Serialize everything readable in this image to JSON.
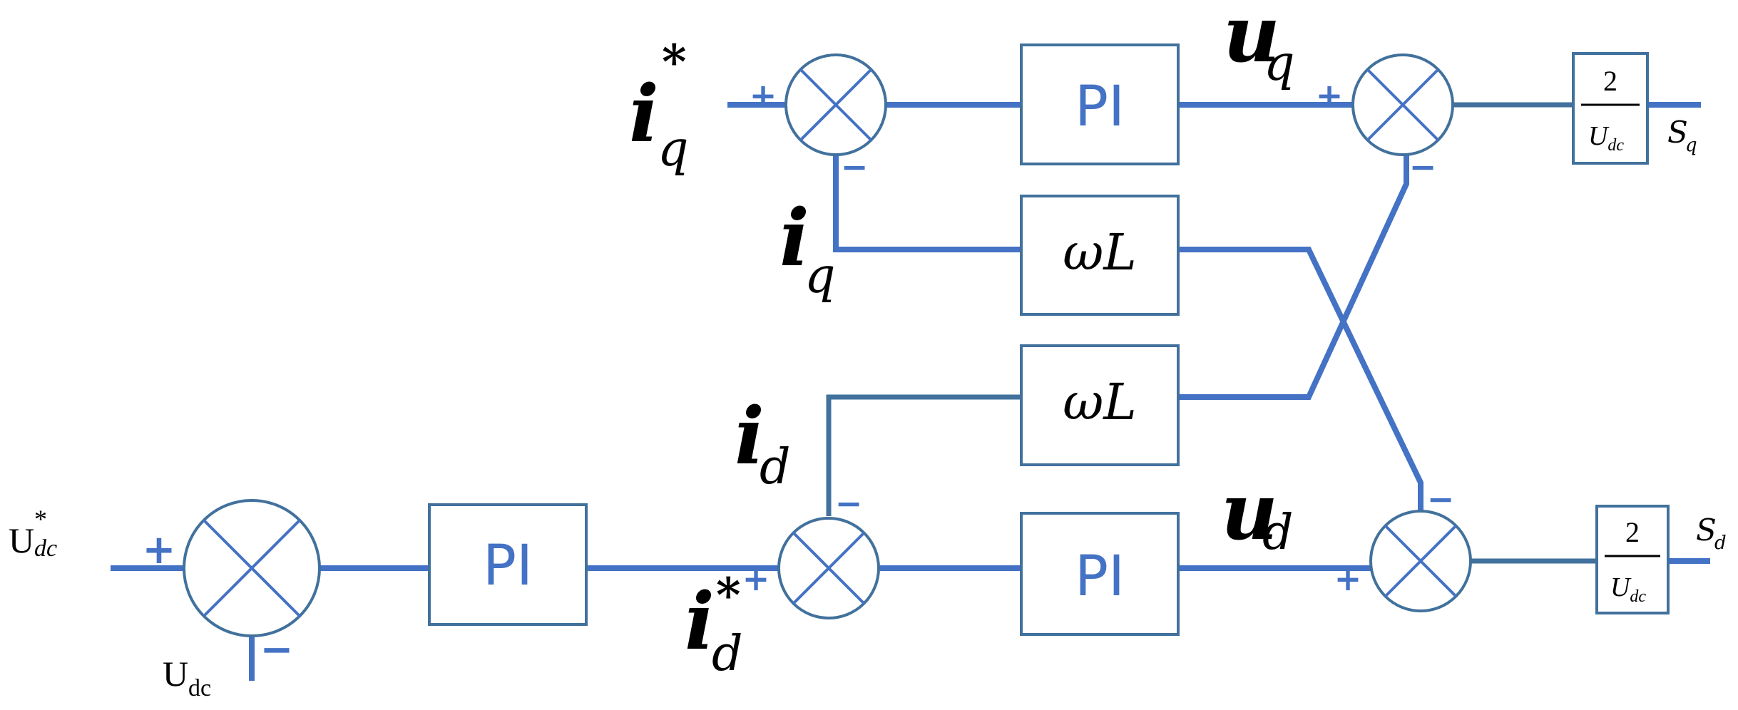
{
  "blocks": {
    "pi_q": "PI",
    "pi_d": "PI",
    "pi_dc": "PI",
    "wl_q": "ωL",
    "wl_d": "ωL"
  },
  "gain": {
    "numerator": "2",
    "denominator_base": "U",
    "denominator_sub": "dc"
  },
  "signals": {
    "iq_ref": {
      "base": "i",
      "sub": "q",
      "sup": "*"
    },
    "iq": {
      "base": "i",
      "sub": "q"
    },
    "id_ref": {
      "base": "i",
      "sub": "d",
      "sup": "*"
    },
    "id": {
      "base": "i",
      "sub": "d"
    },
    "uq": {
      "base": "u",
      "sub": "q"
    },
    "ud": {
      "base": "u",
      "sub": "d"
    },
    "sq": {
      "base": "S",
      "sub": "q"
    },
    "sd": {
      "base": "S",
      "sub": "d"
    },
    "udc_ref": {
      "base": "U",
      "sub": "dc",
      "sup": "*"
    },
    "udc": {
      "base": "U",
      "sub": "dc"
    }
  },
  "signs": {
    "plus": "+",
    "minus": "−"
  }
}
